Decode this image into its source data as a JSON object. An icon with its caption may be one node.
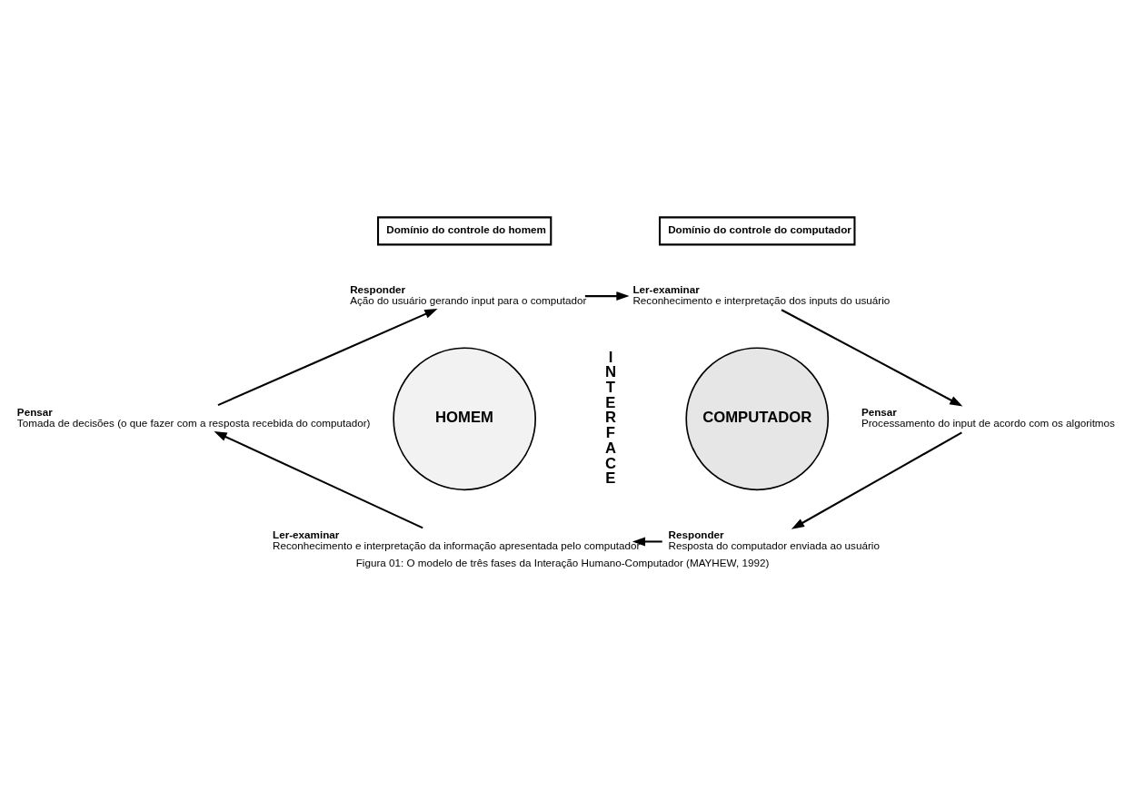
{
  "diagram": {
    "caption": "Figura 01: O modelo de três fases da Interação Humano-Computador (MAYHEW, 1992)",
    "nodes": [
      {
        "text": [
          "Domínio do controle do homem"
        ]
      },
      {
        "text": [
          "Domínio do controle do computador"
        ]
      },
      {
        "text": [
          "Responder",
          "Ação do usuário gerando input para o computador"
        ]
      },
      {
        "text": [
          "Ler-examinar",
          "Reconhecimento e interpretação dos inputs do usuário"
        ]
      },
      {
        "text": [
          "Pensar",
          "Processamento do input de acordo com os algoritmos"
        ]
      },
      {
        "text": [
          "Responder",
          "Resposta do computador enviada ao usuário"
        ]
      },
      {
        "text": [
          "Ler-examinar",
          "Reconhecimento e interpretação da informação apresentada pelo computador"
        ]
      },
      {
        "text": [
          "Pensar",
          "Tomada de decisões (o que fazer com a resposta recebida do computador)"
        ]
      },
      {
        "text": [
          "HOMEM"
        ]
      },
      {
        "text": [
          "COMPUTADOR"
        ]
      }
    ],
    "edges": [
      {
        "from": 2,
        "to": 3,
        "arrow": "to"
      },
      {
        "from": 3,
        "to": 4,
        "arrow": "to"
      },
      {
        "from": 4,
        "to": 5,
        "arrow": "to"
      },
      {
        "from": 5,
        "to": 6,
        "arrow": "to"
      },
      {
        "from": 6,
        "to": 7,
        "arrow": "to"
      },
      {
        "from": 7,
        "to": 2,
        "arrow": "to"
      }
    ],
    "labels": [
      "INTERFACE"
    ]
  }
}
